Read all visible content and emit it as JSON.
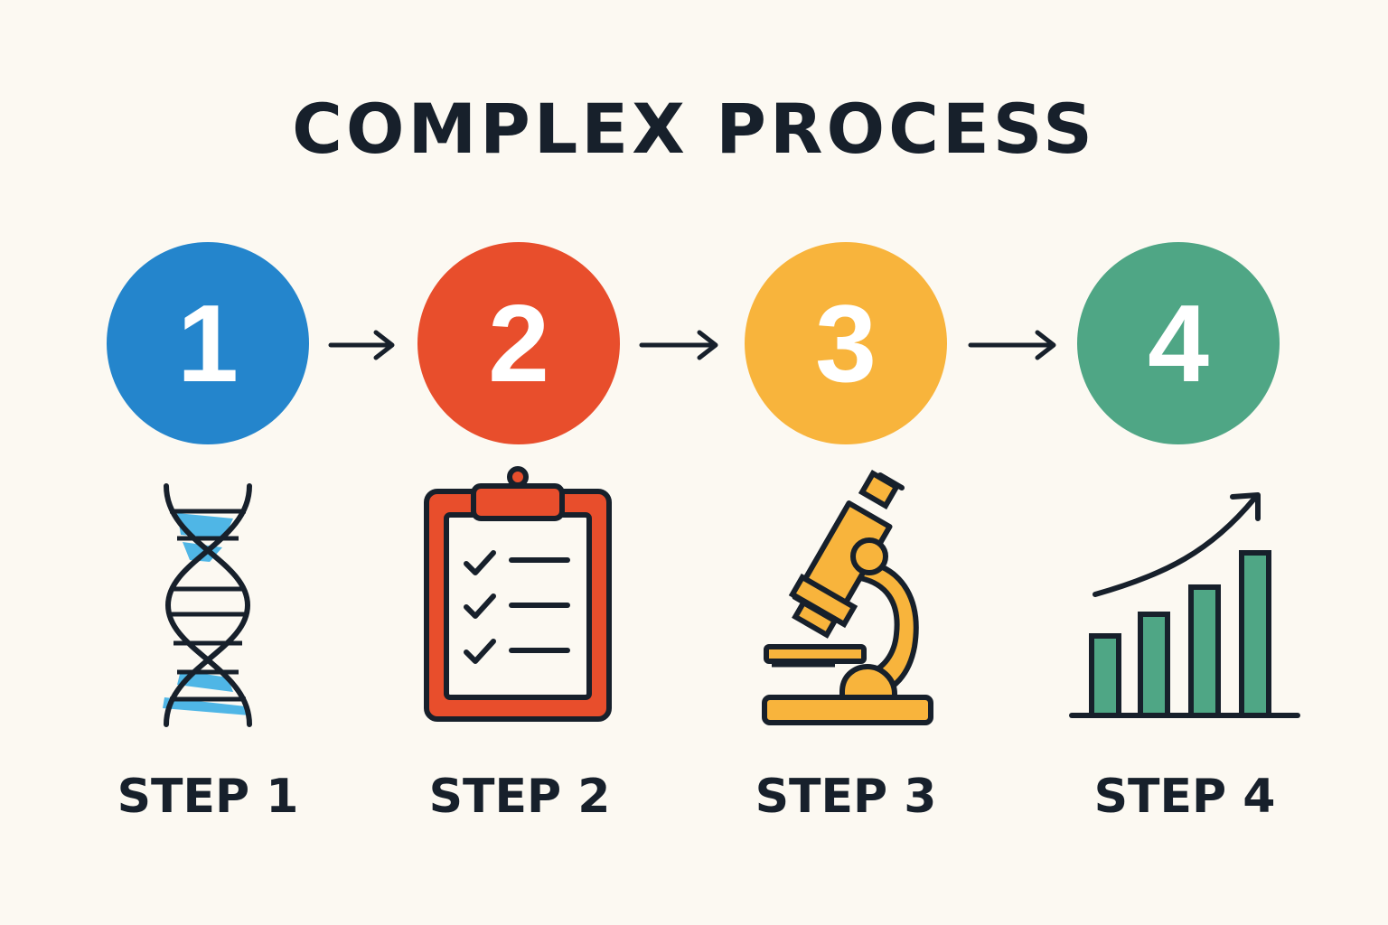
{
  "title": "COMPLEX PROCESS",
  "colors": {
    "background": "#fcf9f2",
    "text": "#17202b",
    "step1": "#2485cc",
    "step2": "#e84e2c",
    "step3": "#f8b43c",
    "step4": "#4fa685"
  },
  "steps": [
    {
      "number": "1",
      "label": "STEP 1",
      "icon": "dna-icon"
    },
    {
      "number": "2",
      "label": "STEP 2",
      "icon": "clipboard-checklist-icon"
    },
    {
      "number": "3",
      "label": "STEP 3",
      "icon": "microscope-icon"
    },
    {
      "number": "4",
      "label": "STEP 4",
      "icon": "growth-chart-icon"
    }
  ]
}
